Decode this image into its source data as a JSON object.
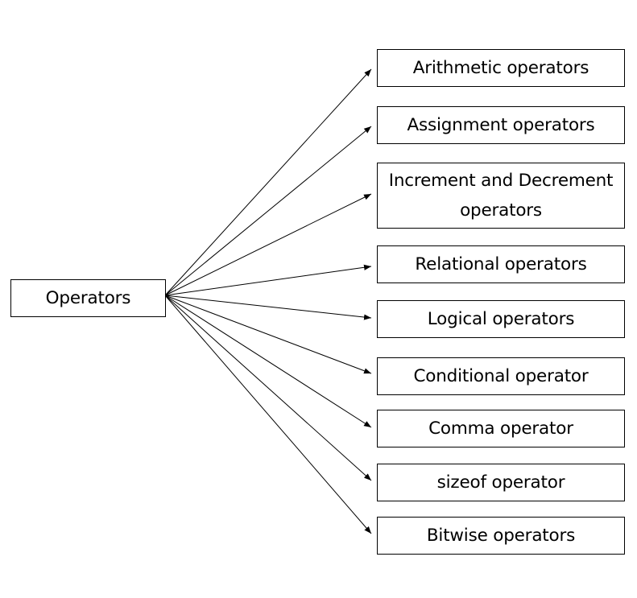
{
  "root": {
    "label": "Operators"
  },
  "categories": [
    {
      "label": "Arithmetic operators"
    },
    {
      "label": "Assignment operators"
    },
    {
      "label": "Increment and Decrement operators"
    },
    {
      "label": "Relational operators"
    },
    {
      "label": "Logical operators"
    },
    {
      "label": "Conditional operator"
    },
    {
      "label": "Comma operator"
    },
    {
      "label": "sizeof operator"
    },
    {
      "label": "Bitwise operators"
    }
  ],
  "colors": {
    "line": "#000000",
    "box_border": "#000000",
    "background": "#ffffff"
  }
}
